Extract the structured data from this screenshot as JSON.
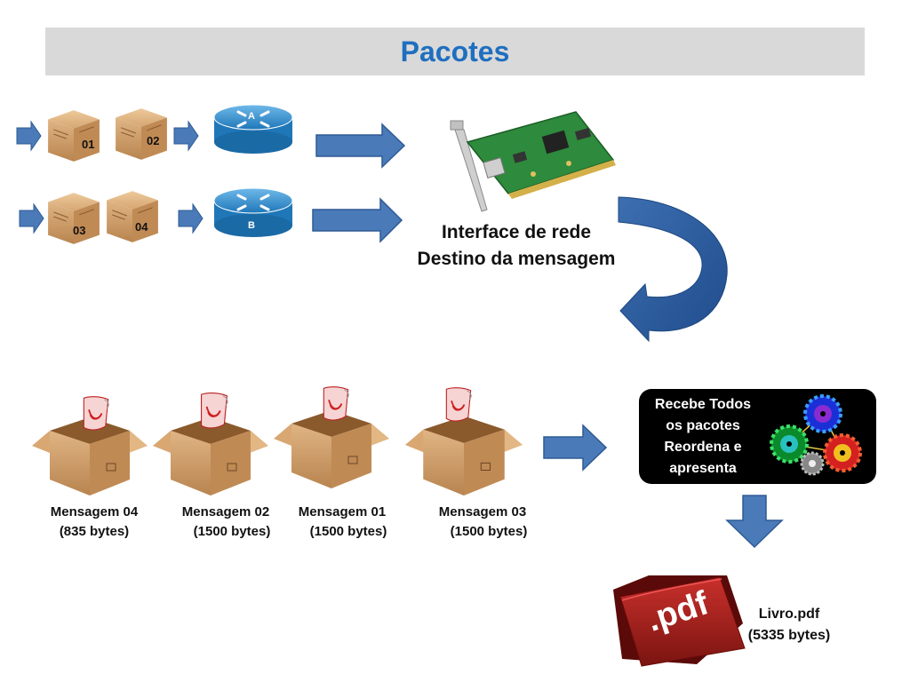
{
  "title": "Pacotes",
  "packets_row1": [
    "01",
    "02"
  ],
  "packets_row2": [
    "03",
    "04"
  ],
  "routers": [
    "A",
    "B"
  ],
  "nic": {
    "line1": "Interface de rede",
    "line2": "Destino da mensagem"
  },
  "messages": [
    {
      "name": "Mensagem 04",
      "size": "(835 bytes)"
    },
    {
      "name": "Mensagem 02",
      "size": "(1500 bytes)"
    },
    {
      "name": "Mensagem 01",
      "size": "(1500 bytes)"
    },
    {
      "name": "Mensagem 03",
      "size": "(1500 bytes)"
    }
  ],
  "processor": {
    "line1": "Recebe Todos",
    "line2": "os pacotes",
    "line3": "Reordena e",
    "line4": "apresenta"
  },
  "pdf_badge": ".pdf",
  "result": {
    "name": "Livro.pdf",
    "size": "(5335 bytes)"
  },
  "colors": {
    "arrow": "#4a7ab8",
    "title": "#1f6fbf",
    "box": "#c89663",
    "router": "#2f8fd0"
  }
}
